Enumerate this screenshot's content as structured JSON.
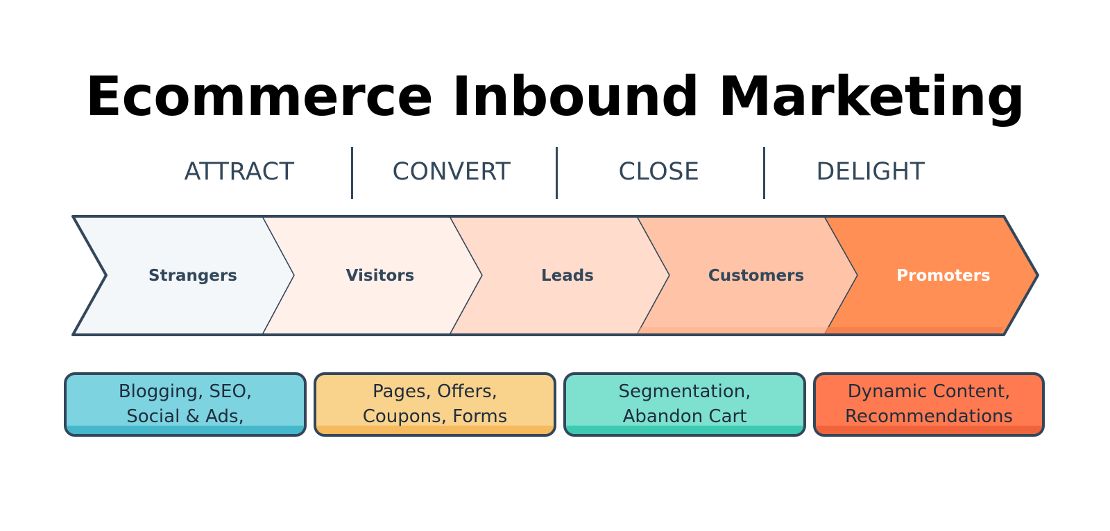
{
  "title": "Ecommerce Inbound Marketing",
  "stages": [
    "ATTRACT",
    "CONVERT",
    "CLOSE",
    "DELIGHT"
  ],
  "funnel": [
    {
      "label": "Strangers",
      "fill": "#f3f7f9",
      "label_color": "#33475b"
    },
    {
      "label": "Visitors",
      "fill": "#fff0ea",
      "label_color": "#33475b"
    },
    {
      "label": "Leads",
      "fill": "#ffdccb",
      "label_color": "#33475b"
    },
    {
      "label": "Customers",
      "fill": "#ffc4a8",
      "label_color": "#33475b"
    },
    {
      "label": "Promoters",
      "fill": "#ff8f54",
      "label_color": "#ffffff"
    }
  ],
  "tactics": [
    {
      "line1": "Blogging, SEO,",
      "line2": "Social & Ads,",
      "fill": "#7dd3e0",
      "shade": "#45b8cc"
    },
    {
      "line1": "Pages, Offers,",
      "line2": "Coupons, Forms",
      "fill": "#f9d28c",
      "shade": "#f5b95e"
    },
    {
      "line1": "Segmentation,",
      "line2": "Abandon Cart",
      "fill": "#7ee0cf",
      "shade": "#3dcab3"
    },
    {
      "line1": "Dynamic Content,",
      "line2": "Recommendations",
      "fill": "#ff7a50",
      "shade": "#f0643c"
    }
  ],
  "colors": {
    "outline": "#33475b",
    "text": "#33475b"
  }
}
